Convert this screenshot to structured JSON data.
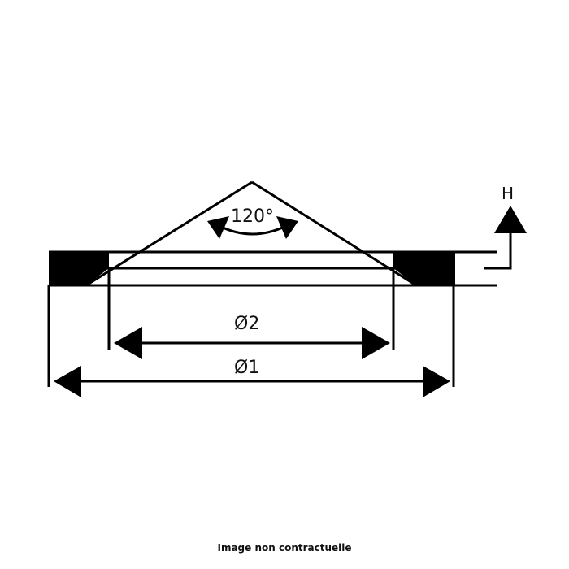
{
  "drawing": {
    "angle_label": "120°",
    "height_label": "H",
    "inner_diameter_label": "Ø2",
    "outer_diameter_label": "Ø1",
    "stroke_color": "#000000",
    "background_color": "#ffffff"
  },
  "footer": {
    "disclaimer": "Image non contractuelle"
  }
}
